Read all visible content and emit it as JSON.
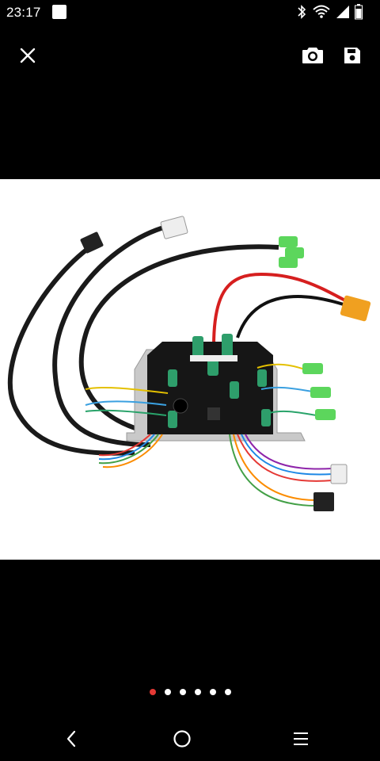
{
  "status_bar": {
    "time": "23:17",
    "icons": [
      "notification-square-icon",
      "bluetooth-icon",
      "wifi-icon",
      "signal-icon",
      "battery-icon"
    ]
  },
  "top_bar": {
    "icons": [
      "close-icon",
      "camera-icon",
      "save-icon"
    ]
  },
  "image": {
    "subject": "hoverboard-controller-board-with-wiring-harness"
  },
  "pager": {
    "total": 6,
    "active_index": 0,
    "active_color": "#e53935",
    "inactive_color": "#ffffff"
  },
  "nav_bar": {
    "icons": [
      "back-icon",
      "home-icon",
      "menu-icon"
    ]
  },
  "colors": {
    "background": "#000000",
    "image_background": "#ffffff"
  }
}
